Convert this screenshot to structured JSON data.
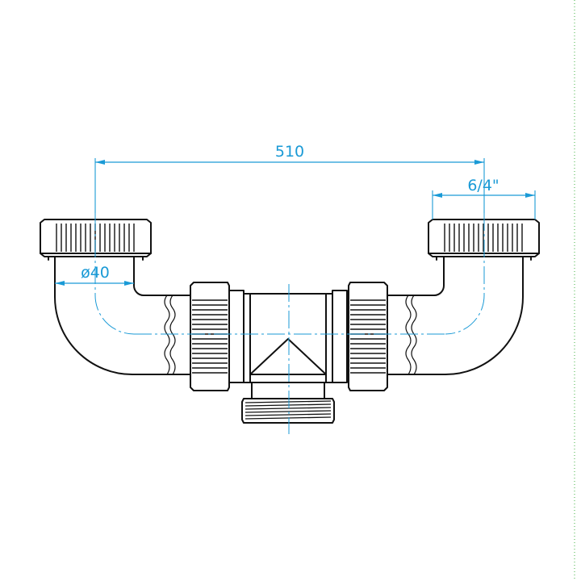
{
  "colors": {
    "background": "#ffffff",
    "outline": "#111111",
    "dimension": "#1a9ad6",
    "sheet_border": "#3fb03f"
  },
  "dimensions": {
    "overall_length": "510",
    "thread_size": "6/4\"",
    "pipe_diameter": "ø40"
  }
}
